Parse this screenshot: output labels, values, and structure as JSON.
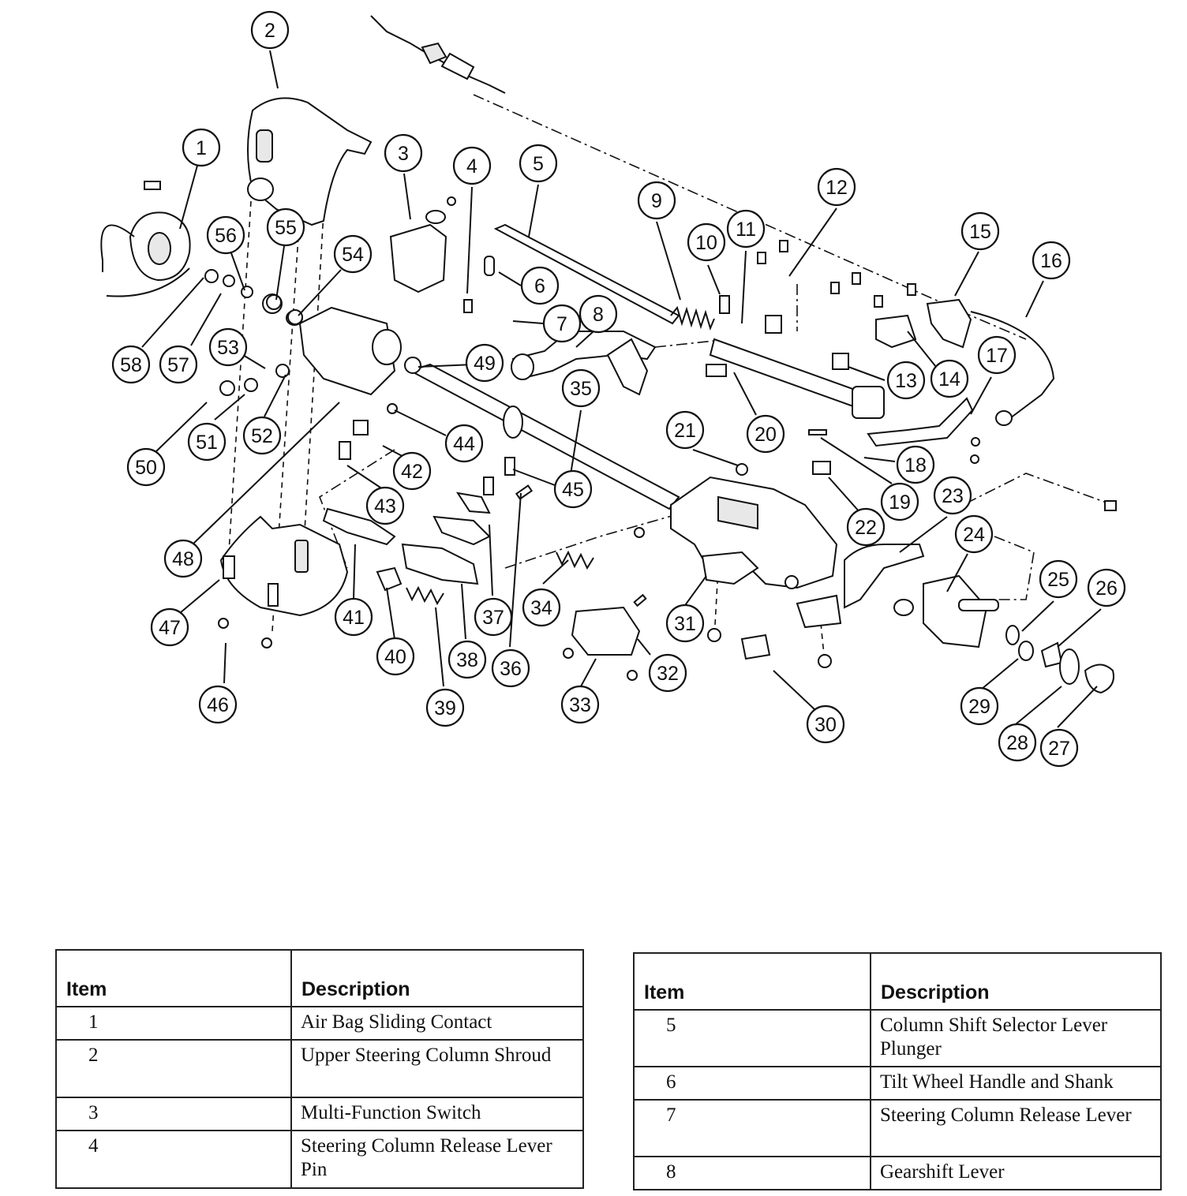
{
  "callouts": [
    "1",
    "2",
    "3",
    "4",
    "5",
    "6",
    "7",
    "8",
    "9",
    "10",
    "11",
    "12",
    "13",
    "14",
    "15",
    "16",
    "17",
    "18",
    "19",
    "20",
    "21",
    "22",
    "23",
    "24",
    "25",
    "26",
    "27",
    "28",
    "29",
    "30",
    "31",
    "32",
    "33",
    "34",
    "35",
    "36",
    "37",
    "38",
    "39",
    "40",
    "41",
    "42",
    "43",
    "44",
    "45",
    "46",
    "47",
    "48",
    "49",
    "50",
    "51",
    "52",
    "53",
    "54",
    "55",
    "56",
    "57",
    "58"
  ],
  "legend_left": {
    "header": {
      "item": "Item",
      "description": "Description"
    },
    "rows": [
      {
        "item": "1",
        "description": "Air Bag Sliding Contact"
      },
      {
        "item": "2",
        "description": "Upper Steering Column Shroud"
      },
      {
        "item": "3",
        "description": "Multi-Function Switch"
      },
      {
        "item": "4",
        "description": "Steering Column Release Lever Pin"
      }
    ]
  },
  "legend_right": {
    "header": {
      "item": "Item",
      "description": "Description"
    },
    "rows": [
      {
        "item": "5",
        "description": "Column Shift Selector Lever Plunger"
      },
      {
        "item": "6",
        "description": "Tilt Wheel Handle and Shank"
      },
      {
        "item": "7",
        "description": "Steering Column Release Lever"
      },
      {
        "item": "8",
        "description": "Gearshift Lever"
      }
    ]
  }
}
